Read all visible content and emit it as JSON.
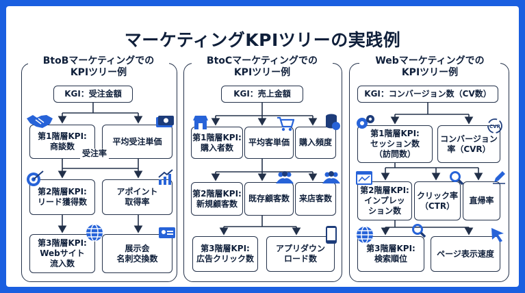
{
  "title": "マーケティングKPIツリーの実践例",
  "panels": [
    {
      "title": "BtoBマーケティングでの\nKPIツリー例",
      "kgi": "KGI：受注金額",
      "l1a": "第1階層KPI:\n商談数",
      "l1b": "平均受注単価",
      "connector": "受注率",
      "l2a": "第2階層KPI:\nリード獲得数",
      "l2b": "アポイント\n取得率",
      "l3a": "第3階層KPI:\nWebサイト\n流入数",
      "l3b": "展示会\n名刺交換数"
    },
    {
      "title": "BtoCマーケティングでの\nKPIツリー例",
      "kgi": "KGI：売上金額",
      "l1a": "第1階層KPI:\n購入者数",
      "l1b": "平均客単価",
      "l1c": "購入頻度",
      "l2a": "第2階層KPI:\n新規顧客数",
      "l2b": "既存顧客数",
      "l2c": "来店客数",
      "l3a": "第3階層KPI:\n広告クリック数",
      "l3b": "アプリダウン\nロード数"
    },
    {
      "title": "Webマーケティングでの\nKPIツリー例",
      "kgi": "KGI：コンバージョン数（CV数）",
      "l1a": "第1階層KPI:\nセッション数\n（訪問数）",
      "l1b": "コンバージョン\n率（CVR）",
      "l2a": "第2階層KPI:\nインプレッ\nション数",
      "l2b": "クリック率\n（CTR）",
      "l2c": "直帰率",
      "l3a": "第3階層KPI:\n検索順位",
      "l3b": "ページ表示速度",
      "cvr_badge": "CVR"
    }
  ],
  "icons": [
    "handshake-icon",
    "money-icon",
    "target-icon",
    "growth-chart-icon",
    "globe-icon",
    "business-card-icon",
    "store-icon",
    "cart-icon",
    "coins-icon",
    "people-icon",
    "smartphone-icon",
    "gears-icon",
    "cycle-icon",
    "browser-window-icon",
    "magnifier-icon",
    "pen-icon",
    "cursor-icon"
  ],
  "colors": {
    "background": "#1a5fe0",
    "ink": "#0f1f3a",
    "accent": "#2763d8"
  }
}
